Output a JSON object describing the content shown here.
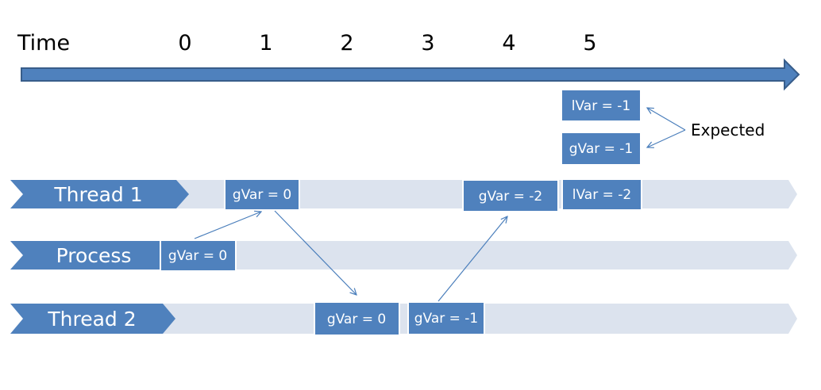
{
  "colors": {
    "accent": "#4f81bd",
    "accent_dark": "#385d8a",
    "lane_light": "#dce3ee",
    "box_border": "#ffffff",
    "connector": "#4a7ebb"
  },
  "timeline": {
    "label": "Time",
    "ticks": [
      "0",
      "1",
      "2",
      "3",
      "4",
      "5"
    ]
  },
  "lanes": {
    "thread1": {
      "label": "Thread 1"
    },
    "process": {
      "label": "Process"
    },
    "thread2": {
      "label": "Thread 2"
    }
  },
  "boxes": {
    "t1_gvar0": "gVar = 0",
    "t1_gvar_neg2": "gVar =  -2",
    "t1_lvar_neg2": "lVar = -2",
    "process_gvar0": "gVar = 0",
    "t2_gvar0": "gVar = 0",
    "t2_gvar_neg1": "gVar = -1",
    "expected_lvar": "lVar = -1",
    "expected_gvar": "gVar = -1"
  },
  "annotation": {
    "expected": "Expected"
  }
}
